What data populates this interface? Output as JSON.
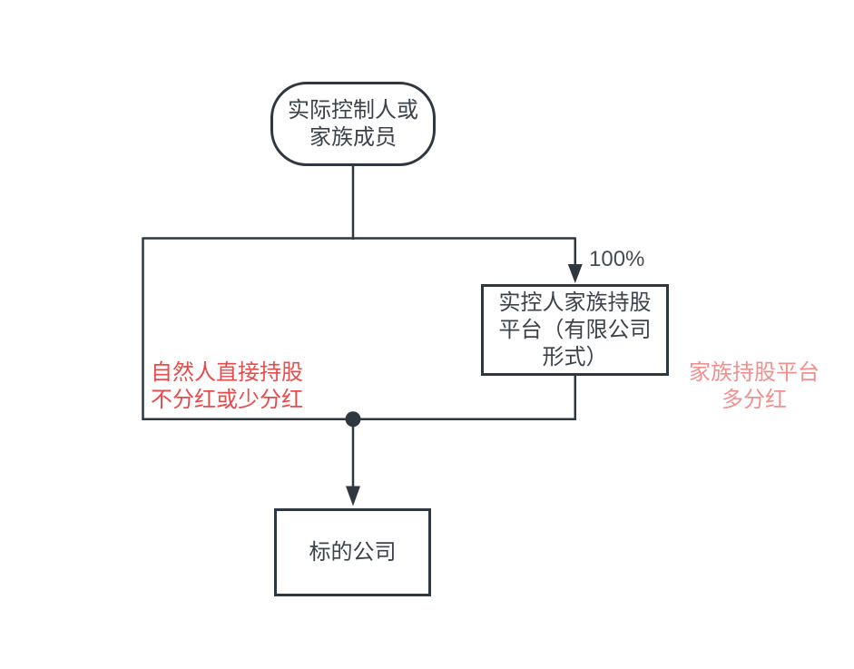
{
  "diagram": {
    "colors": {
      "stroke": "#2f3740",
      "node_text": "#3d434b",
      "edge_label_text": "#454c54",
      "annotation_left_text": "#e84b4b",
      "annotation_right_text": "#f28f8f",
      "background": "#ffffff"
    },
    "nodes": {
      "controller": {
        "lines": [
          "实际控制人或",
          "家族成员"
        ]
      },
      "platform": {
        "lines": [
          "实控人家族持股",
          "平台（有限公司",
          "形式）"
        ]
      },
      "target": {
        "lines": [
          "标的公司"
        ]
      }
    },
    "edges": {
      "ownership_percent": "100%"
    },
    "annotations": {
      "left": {
        "lines": [
          "自然人直接持股",
          "不分红或少分红"
        ]
      },
      "right": {
        "lines": [
          "家族持股平台",
          "多分红"
        ]
      }
    }
  }
}
